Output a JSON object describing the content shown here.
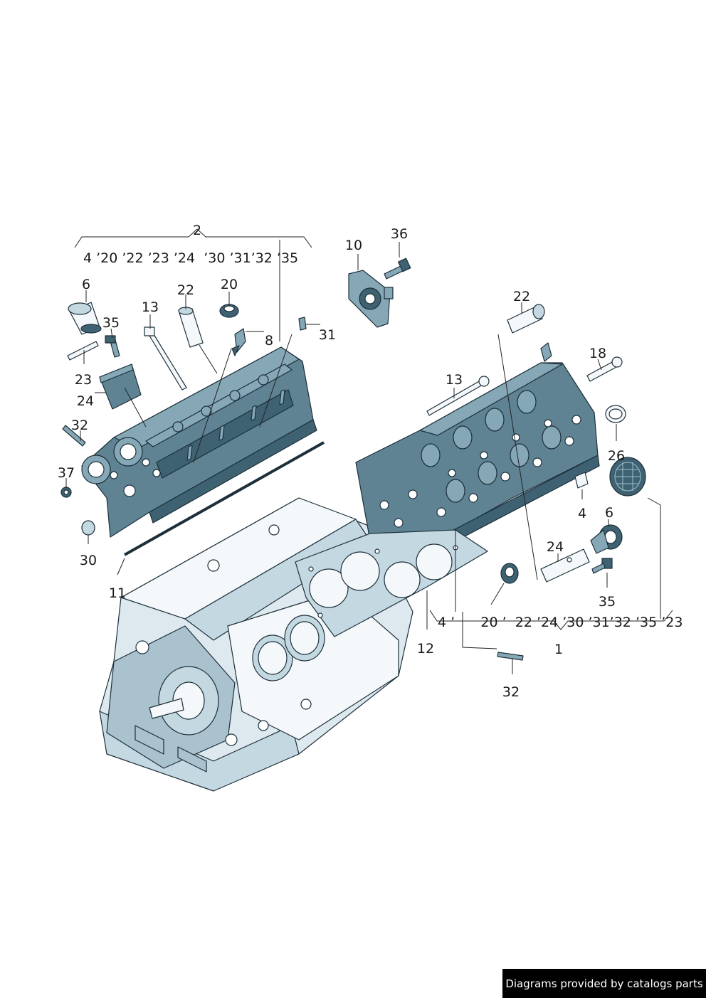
{
  "callouts": {
    "c2": "2",
    "group_left": "4 ’20 ’22 ’23 ’24  ’30 ’31’32 ’35",
    "c6a": "6",
    "c13a": "13",
    "c22a": "22",
    "c20a": "20",
    "c8": "8",
    "c31": "31",
    "c35a": "35",
    "c23": "23",
    "c24a": "24",
    "c32a": "32",
    "c37": "37",
    "c30": "30",
    "c11": "11",
    "c10": "10",
    "c36": "36",
    "c22b": "22",
    "c13b": "13",
    "c18": "18",
    "c26": "26",
    "c4": "4",
    "c6b": "6",
    "c24b": "24",
    "c35b": "35",
    "group_right": "4 ’      20 ’  22 ’24 ’30 ’31’32 ’35 ’23",
    "c12": "12",
    "c1": "1",
    "c32b": "32"
  },
  "footer": "Diagrams provided by catalogs parts"
}
